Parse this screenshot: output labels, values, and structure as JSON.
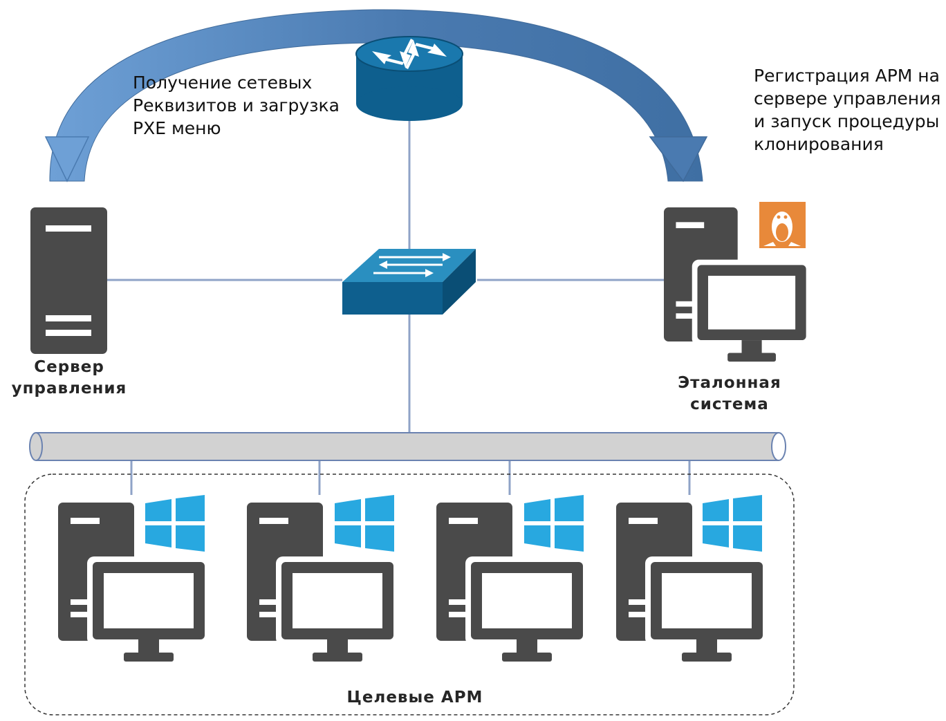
{
  "annotations": {
    "left": "Получение сетевых\nРеквизитов и загрузка\nPXE меню",
    "right": "Регистрация АРМ на\nсервере управления\nи запуск процедуры\nклонирования"
  },
  "nodes": {
    "server": "Сервер\nуправления",
    "reference": "Эталонная\nсистема",
    "targets": "Целевые АРМ"
  },
  "icons": {
    "router": "router-icon",
    "switch": "switch-icon",
    "server": "server-tower-icon",
    "workstation": "workstation-icon",
    "linux": "linux-tux-icon",
    "windows": "windows-logo-icon",
    "bus": "network-bus-icon"
  },
  "colors": {
    "arrow": "#4a7ab0",
    "arrow_light": "#6ea0d6",
    "network_device": "#0e5f8e",
    "computer": "#4a4a4a",
    "link": "#8fa3c7",
    "bus": "#d2d2d2",
    "windows": "#28a8e0",
    "linux_bg": "#e8893a"
  }
}
